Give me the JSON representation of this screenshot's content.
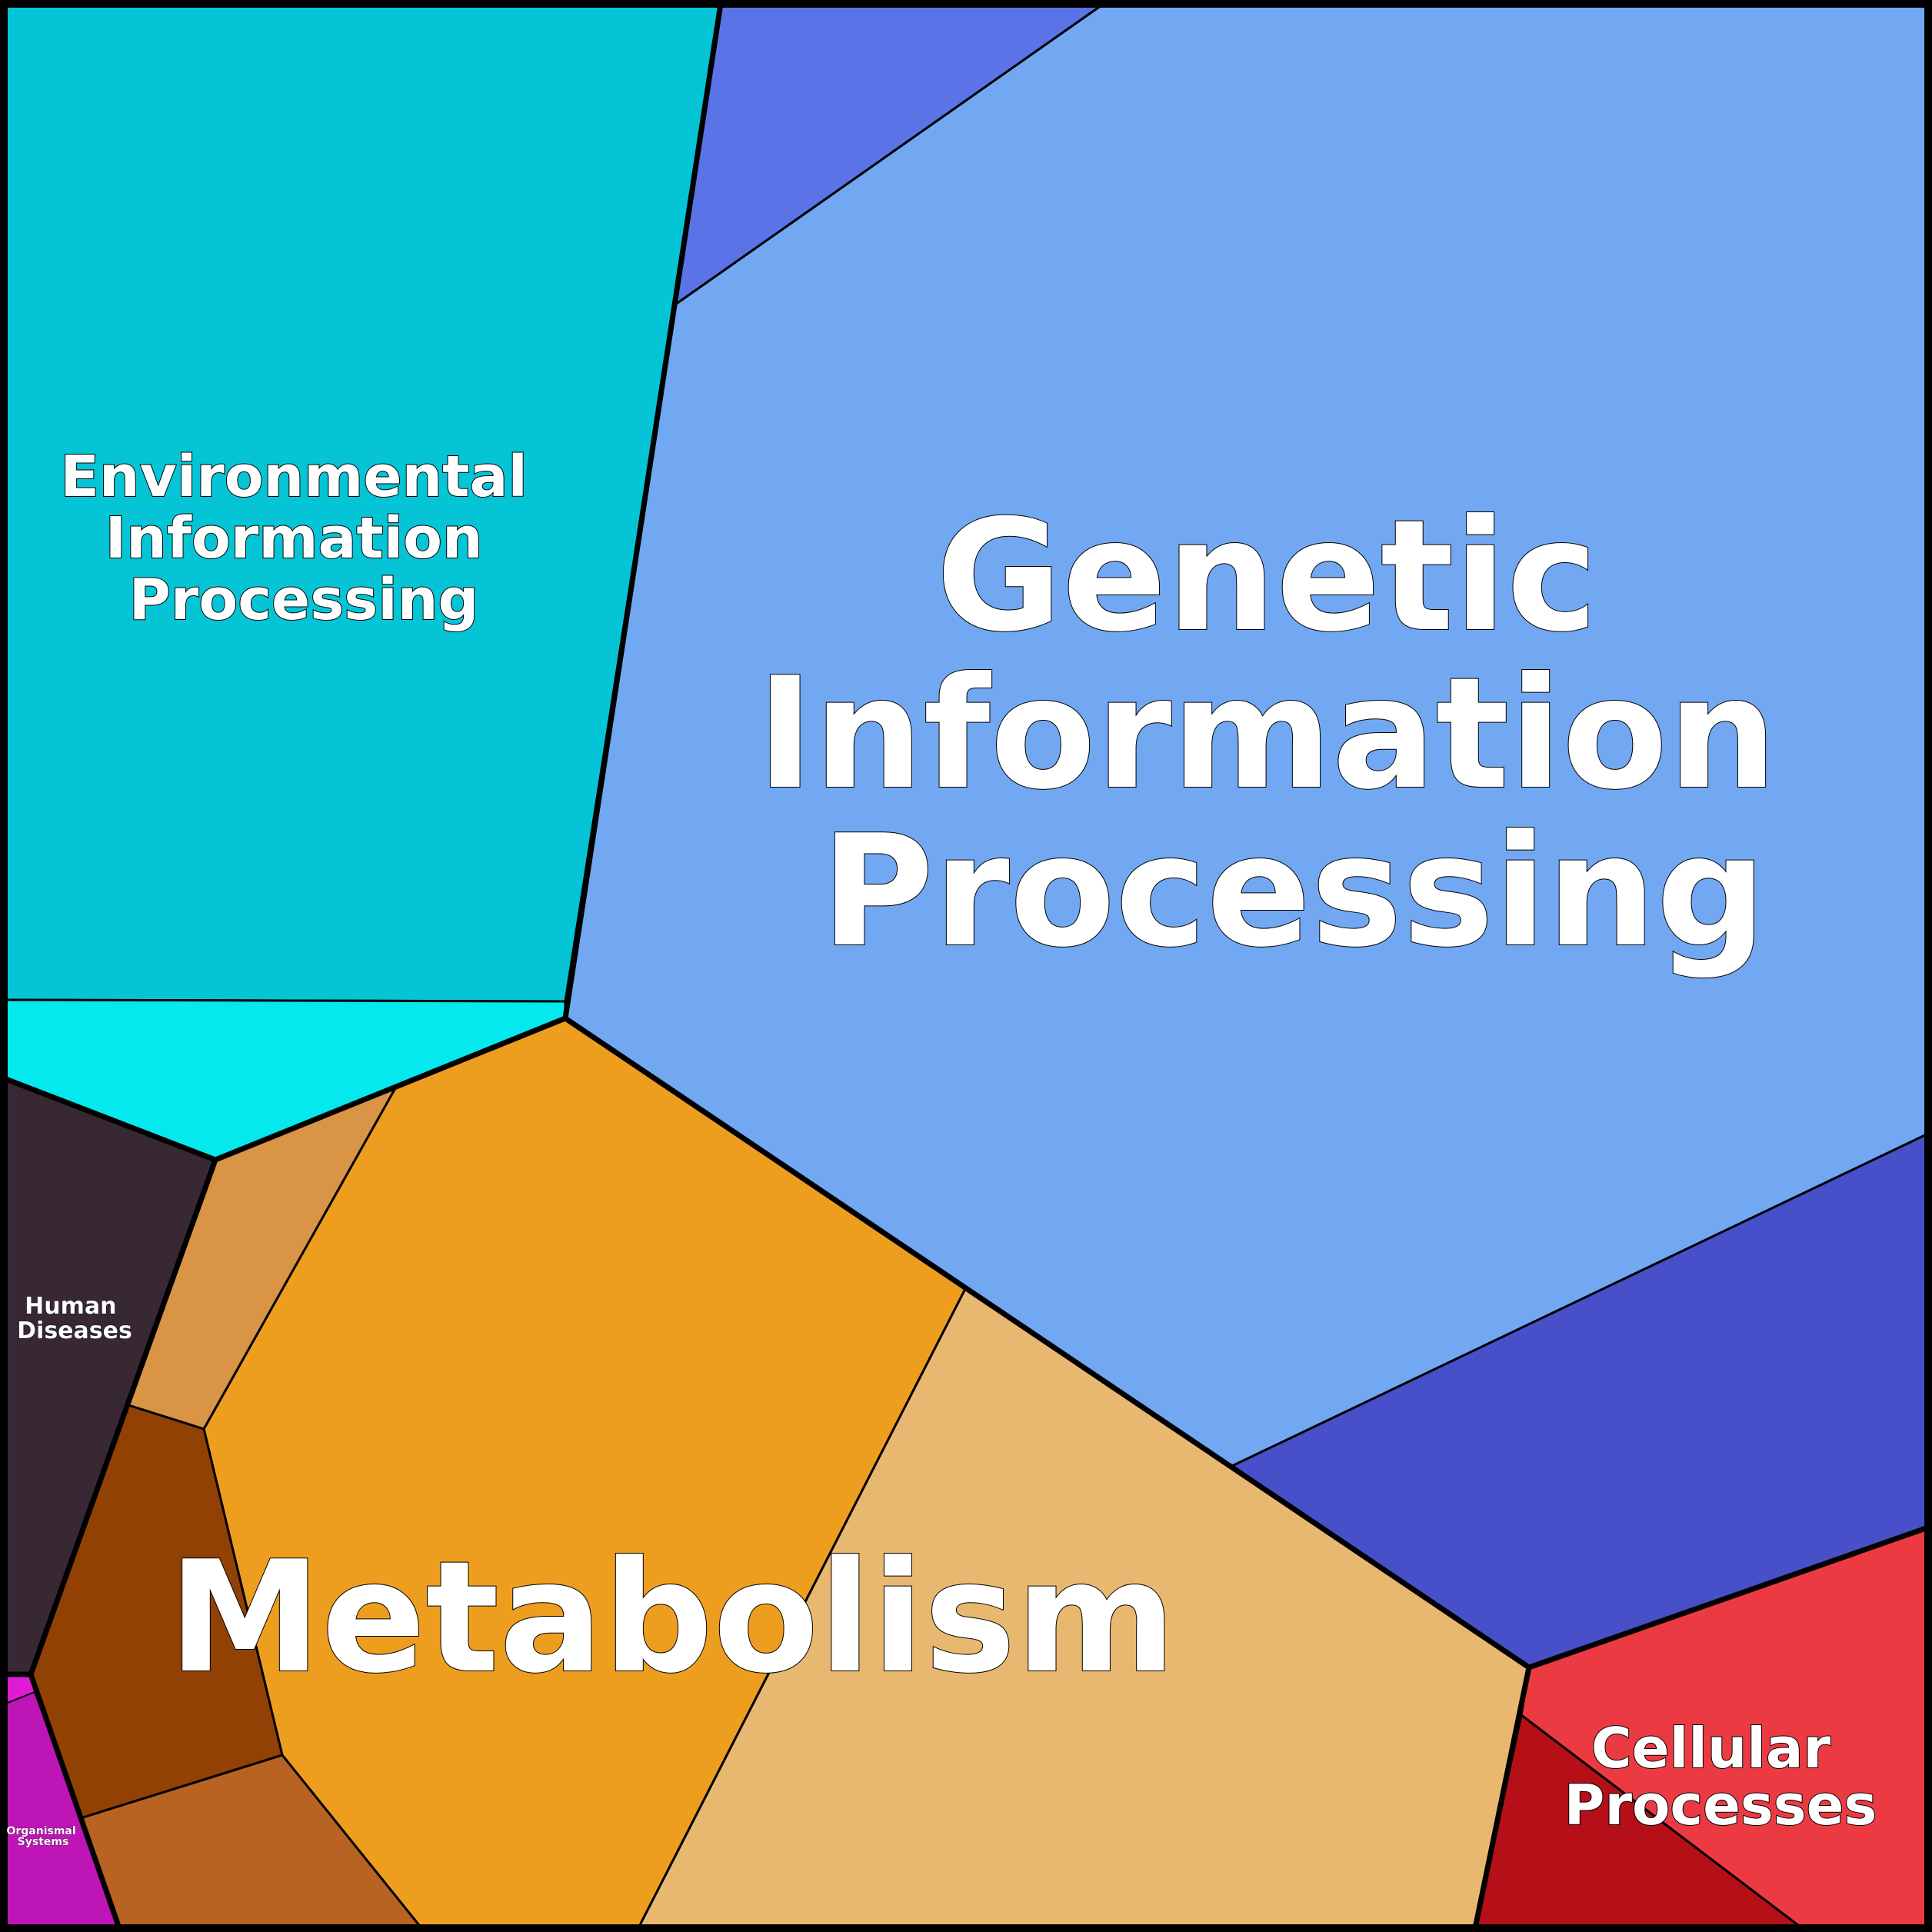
{
  "categories": [
    {
      "key": "environmental",
      "lines": [
        "Environmental",
        "Information",
        "Processing"
      ]
    },
    {
      "key": "genetic",
      "lines": [
        "Genetic",
        "Information",
        "Processing"
      ]
    },
    {
      "key": "metabolism",
      "lines": [
        "Metabolism"
      ]
    },
    {
      "key": "human-diseases",
      "lines": [
        "Human",
        "Diseases"
      ]
    },
    {
      "key": "cellular-processes",
      "lines": [
        "Cellular",
        "Processes"
      ]
    },
    {
      "key": "organismal-systems",
      "lines": [
        "Organismal",
        "Systems"
      ]
    }
  ],
  "colors": {
    "environmental": [
      "#05c4d6",
      "#04e8ee"
    ],
    "genetic": [
      "#72a8f2",
      "#5a74e7",
      "#4750c8"
    ],
    "metabolism": [
      "#ee9e1f",
      "#e8b871",
      "#d99445",
      "#b96322",
      "#924104"
    ],
    "human_diseases": "#372834",
    "cellular_processes": [
      "#ec3a43",
      "#b50f18"
    ],
    "organismal_systems": [
      "#be15b6",
      "#e01bd4"
    ],
    "outline": "#000000",
    "label": "#ffffff"
  }
}
